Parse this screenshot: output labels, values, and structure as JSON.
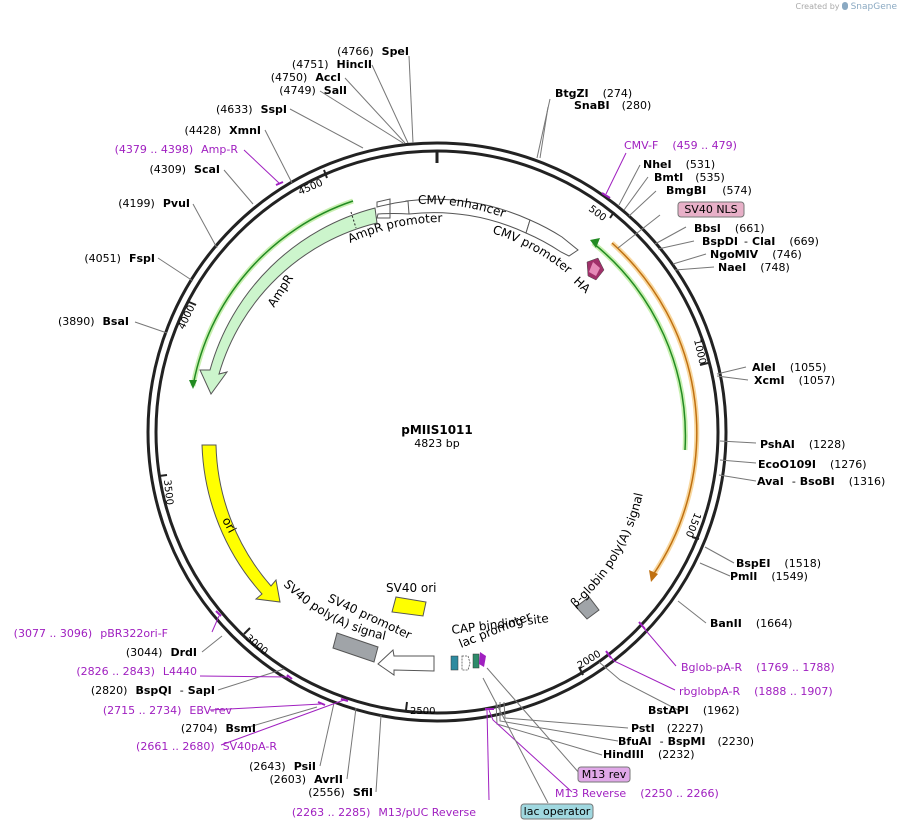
{
  "credit": {
    "prefix": "Created by",
    "brand": "SnapGene"
  },
  "plasmid": {
    "name": "pMIIS1011",
    "length": "4823 bp"
  },
  "ticks": [
    "500",
    "1000",
    "1500",
    "2000",
    "2500",
    "3000",
    "3500",
    "4000",
    "4500"
  ],
  "features": {
    "cmv_enhancer": "CMV enhancer",
    "cmv_promoter": "CMV promoter",
    "ha": "HA",
    "ampr_promoter": "AmpR promoter",
    "ampr": "AmpR",
    "ori": "ori",
    "sv40_polya": "SV40 poly(A) signal",
    "sv40_promoter": "SV40 promoter",
    "sv40_ori": "SV40 ori",
    "cap": "CAP binding site",
    "lac_promoter": "lac promoter",
    "bglobin": "β-globin poly(A) signal"
  },
  "colors": {
    "ring": "#222222",
    "ampr": "#ccf5cc",
    "ori": "#ffff00",
    "cmv": "#ffffff",
    "orf_green": "#228b22",
    "orf_orange": "#f0a020",
    "primer": "#a020c0",
    "polya": "#a0a4a8",
    "ha": "#a0306a",
    "sv40nls": "#e8b0c8",
    "m13rev": "#e0a8e8",
    "lacop": "#a0d8e0"
  },
  "enzymes": {
    "spei": {
      "name": "SpeI",
      "pos": "(4766)"
    },
    "hincii": {
      "name": "HincII",
      "pos": "(4751)"
    },
    "acci": {
      "name": "AccI",
      "pos": "(4750)"
    },
    "sali": {
      "name": "SalI",
      "pos": "(4749)"
    },
    "sspi": {
      "name": "SspI",
      "pos": "(4633)"
    },
    "xmni": {
      "name": "XmnI",
      "pos": "(4428)"
    },
    "scai": {
      "name": "ScaI",
      "pos": "(4309)"
    },
    "pvui": {
      "name": "PvuI",
      "pos": "(4199)"
    },
    "fspi": {
      "name": "FspI",
      "pos": "(4051)"
    },
    "bsai": {
      "name": "BsaI",
      "pos": "(3890)"
    },
    "btgzi": {
      "name": "BtgZI",
      "pos": "(274)"
    },
    "snabi": {
      "name": "SnaBI",
      "pos": "(280)"
    },
    "nhei": {
      "name": "NheI",
      "pos": "(531)"
    },
    "bmti": {
      "name": "BmtI",
      "pos": "(535)"
    },
    "bmgbi": {
      "name": "BmgBI",
      "pos": "(574)"
    },
    "bbsi": {
      "name": "BbsI",
      "pos": "(661)"
    },
    "bspdi": {
      "name": "BspDI",
      "sep": "-",
      "name2": "ClaI",
      "pos": "(669)"
    },
    "ngomiv": {
      "name": "NgoMIV",
      "pos": "(746)"
    },
    "naei": {
      "name": "NaeI",
      "pos": "(748)"
    },
    "alei": {
      "name": "AleI",
      "pos": "(1055)"
    },
    "xcmi": {
      "name": "XcmI",
      "pos": "(1057)"
    },
    "pshai": {
      "name": "PshAI",
      "pos": "(1228)"
    },
    "eco0109i": {
      "name": "EcoO109I",
      "pos": "(1276)"
    },
    "avai": {
      "name": "AvaI",
      "sep": "-",
      "name2": "BsoBI",
      "pos": "(1316)"
    },
    "bspei": {
      "name": "BspEI",
      "pos": "(1518)"
    },
    "pmli": {
      "name": "PmlI",
      "pos": "(1549)"
    },
    "banii": {
      "name": "BanII",
      "pos": "(1664)"
    },
    "bstapi": {
      "name": "BstAPI",
      "pos": "(1962)"
    },
    "psti": {
      "name": "PstI",
      "pos": "(2227)"
    },
    "bfuai": {
      "name": "BfuAI",
      "sep": "-",
      "name2": "BspMI",
      "pos": "(2230)"
    },
    "hindiii": {
      "name": "HindIII",
      "pos": "(2232)"
    },
    "drdi": {
      "name": "DrdI",
      "pos": "(3044)"
    },
    "bspqi": {
      "name": "BspQI",
      "sep": "-",
      "name2": "SapI",
      "pos": "(2820)"
    },
    "bsmi": {
      "name": "BsmI",
      "pos": "(2704)"
    },
    "psii": {
      "name": "PsiI",
      "pos": "(2643)"
    },
    "avrii": {
      "name": "AvrII",
      "pos": "(2603)"
    },
    "sfii": {
      "name": "SfiI",
      "pos": "(2556)"
    }
  },
  "primers": {
    "ampr_r": {
      "range": "(4379 .. 4398)",
      "name": "Amp-R"
    },
    "cmv_f": {
      "name": "CMV-F",
      "range": "(459 .. 479)"
    },
    "bglob_pa_r": {
      "name": "Bglob-pA-R",
      "range": "(1769 .. 1788)"
    },
    "rbglobpa_r": {
      "name": "rbglobpA-R",
      "range": "(1888 .. 1907)"
    },
    "m13_reverse": {
      "name": "M13 Reverse",
      "range": "(2250 .. 2266)"
    },
    "m13_puc_reverse": {
      "range": "(2263 .. 2285)",
      "name": "M13/pUC Reverse"
    },
    "pbr322ori_f": {
      "range": "(3077 .. 3096)",
      "name": "pBR322ori-F"
    },
    "l4440": {
      "range": "(2826 .. 2843)",
      "name": "L4440"
    },
    "ebv_rev": {
      "range": "(2715 .. 2734)",
      "name": "EBV-rev"
    },
    "sv40pa_r": {
      "range": "(2661 .. 2680)",
      "name": "SV40pA-R"
    }
  },
  "boxed": {
    "sv40_nls": "SV40 NLS",
    "m13_rev": "M13 rev",
    "lac_operator": "lac operator"
  }
}
